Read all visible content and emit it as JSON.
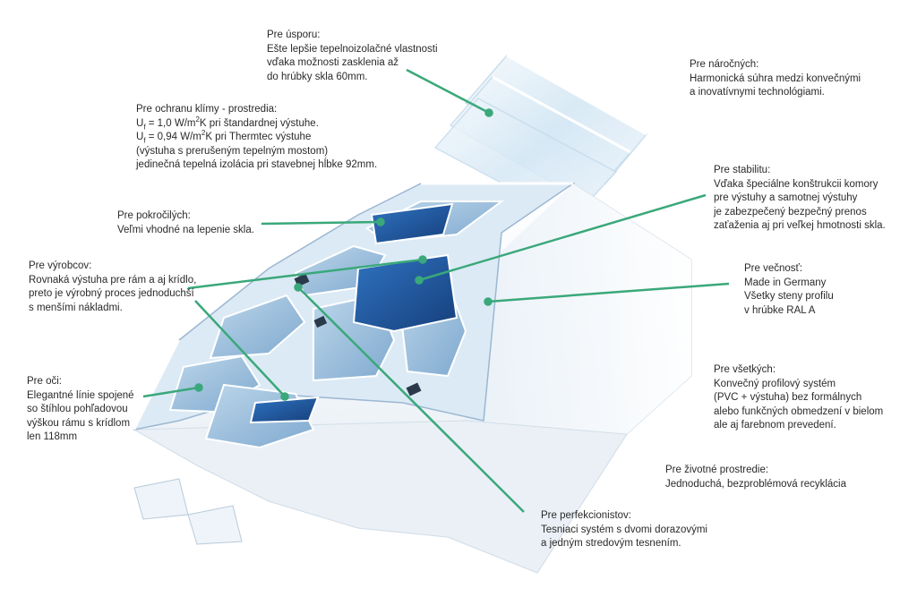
{
  "colors": {
    "leader": "#3aa87a",
    "glass": "#dcecf6",
    "profile": "#f2f6fa",
    "core": "#1f5aa6"
  },
  "callouts": {
    "usporu": {
      "title": "Pre úsporu:",
      "lines": [
        "Ešte lepšie tepelnoizolačné vlastnosti",
        "vďaka možnosti zasklenia až",
        "do hrúbky skla 60mm."
      ]
    },
    "narocnych": {
      "title": "Pre náročných:",
      "lines": [
        "Harmonická súhra medzi konvečnými",
        "a inovatívnymi technológiami."
      ]
    },
    "klima": {
      "title": "Pre ochranu klímy - prostredia:",
      "line1": {
        "u": "U",
        "sub": "f",
        "eq": " = 1,0 W/m",
        "sup": "2",
        "rest": "K pri štandardnej výstuhe."
      },
      "line2": {
        "u": "U",
        "sub": "f",
        "eq": " = 0,94 W/m",
        "sup": "2",
        "rest": "K pri Thermtec výstuhe"
      },
      "lines": [
        "(výstuha s prerušeným tepelným mostom)",
        "jedinečná tepelná izolácia pri stavebnej hĺbke 92mm."
      ]
    },
    "stabilitu": {
      "title": "Pre stabilitu:",
      "lines": [
        "Vďaka špeciálne konštrukcii komory",
        "pre výstuhy a samotnej výstuhy",
        "je zabezpečený bezpečný prenos",
        "zaťaženia aj pri veľkej hmotnosti skla."
      ]
    },
    "pokrocilych": {
      "title": "Pre pokročilých:",
      "lines": [
        "Veľmi vhodné na lepenie skla."
      ]
    },
    "vyrobcov": {
      "title": "Pre výrobcov:",
      "lines": [
        "Rovnaká výstuha pre rám a aj krídlo,",
        "preto je výrobný proces jednoduchší",
        "s menšími nákladmi."
      ]
    },
    "vecnost": {
      "title": "Pre večnosť:",
      "lines": [
        "Made in Germany",
        "Všetky steny profilu",
        "v hrúbke RAL A"
      ]
    },
    "oci": {
      "title": "Pre oči:",
      "lines": [
        "Elegantné línie spojené",
        "so štíhlou pohľadovou",
        "výškou rámu s krídlom",
        "len 118mm"
      ]
    },
    "vsetkych": {
      "title": "Pre všetkých:",
      "lines": [
        "Konvečný profilový systém",
        "(PVC + výstuha) bez formálnych",
        "alebo funkčných obmedzení v bielom",
        "ale aj farebnom prevedení."
      ]
    },
    "zivotne": {
      "title": "Pre životné prostredie:",
      "lines": [
        "Jednoduchá, bezproblémová recyklácia"
      ]
    },
    "perfekcionistov": {
      "title": "Pre perfekcionistov:",
      "lines": [
        "Tesniaci systém s dvomi dorazovými",
        "a jedným stredovým tesnením."
      ]
    }
  }
}
